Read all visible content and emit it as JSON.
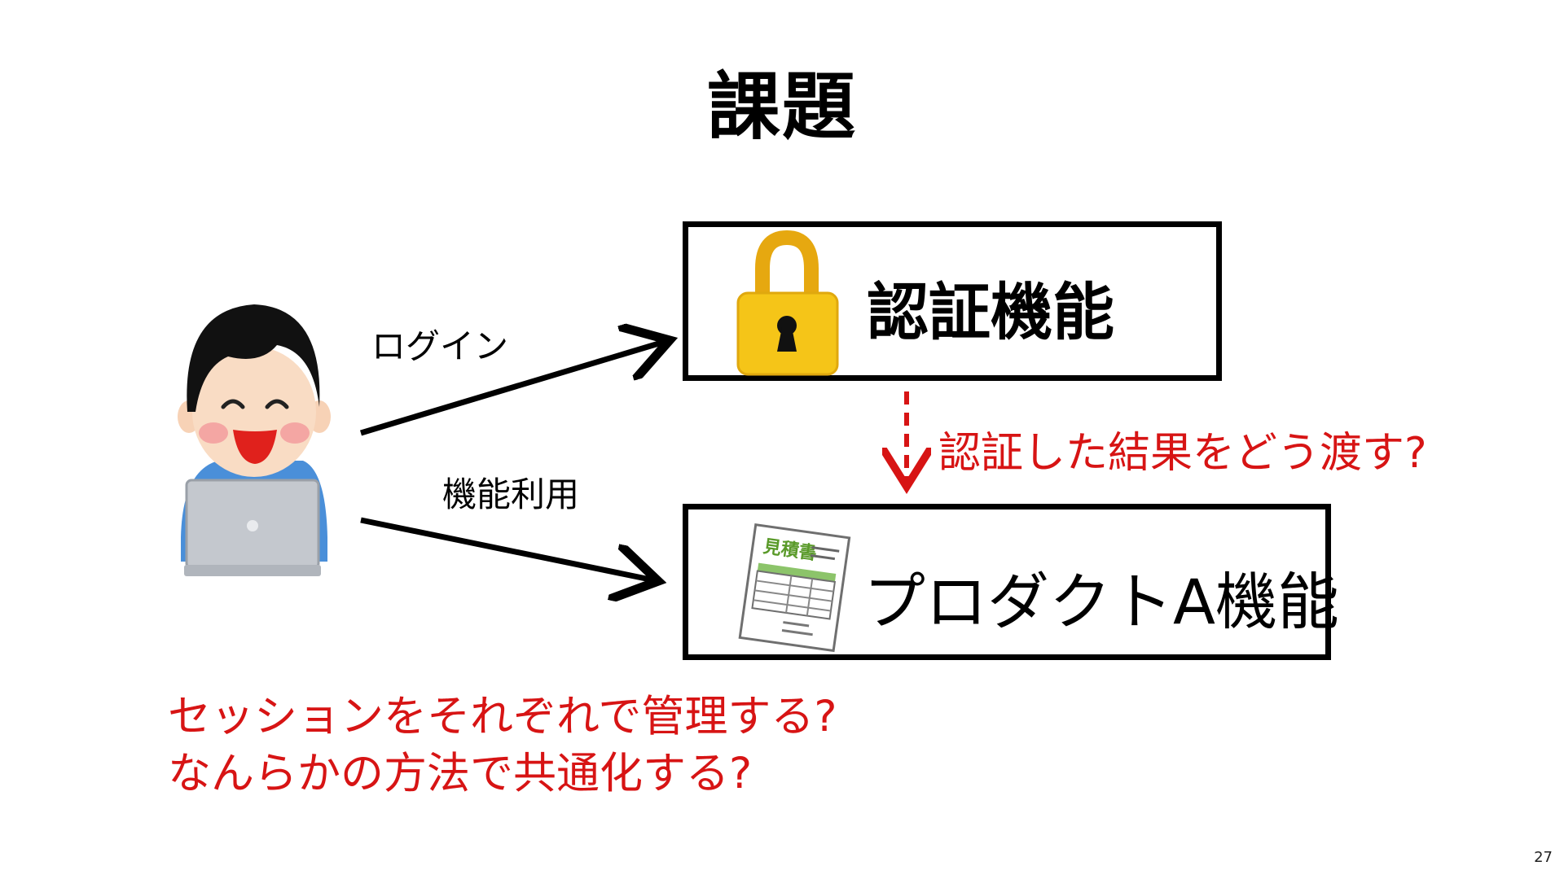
{
  "slide": {
    "title": "課題",
    "page_number": "27"
  },
  "nodes": {
    "auth": {
      "label": "認証機能",
      "icon": "padlock-icon"
    },
    "product": {
      "label": "プロダクトA機能",
      "icon": "estimate-document-icon",
      "icon_text": "見積書"
    },
    "user": {
      "icon": "user-with-laptop-icon"
    }
  },
  "edges": {
    "login": "ログイン",
    "use": "機能利用"
  },
  "questions": {
    "handoff": "認証した結果をどう渡す?",
    "session_line1": "セッションをそれぞれで管理する?",
    "session_line2": "なんらかの方法で共通化する?"
  },
  "colors": {
    "question_red": "#d71414",
    "box_border": "#000000",
    "lock_gold": "#f5c518",
    "doc_green": "#5a9a2a"
  }
}
